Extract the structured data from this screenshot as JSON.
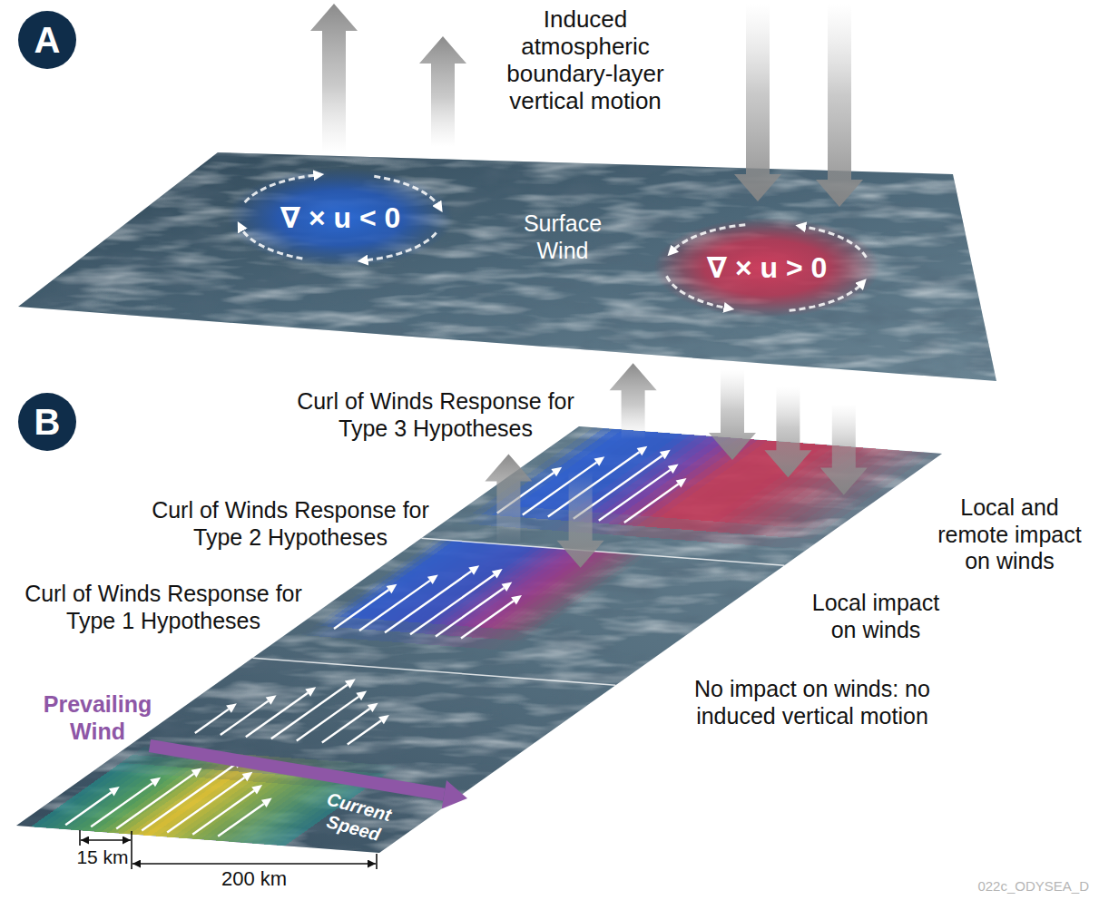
{
  "diagram": {
    "nodes": [
      {
        "text": [
          "A"
        ]
      },
      {
        "text": [
          "∇ × u < 0"
        ]
      },
      {
        "text": [
          "∇ × u > 0"
        ]
      },
      {
        "text": [
          "B"
        ]
      }
    ],
    "labels": [
      "Induced atmospheric boundary-layer vertical motion",
      "Surface Wind",
      "Curl of Winds Response for Type 3 Hypotheses",
      "Curl of Winds Response for Type 2 Hypotheses",
      "Local and remote impact on winds",
      "Curl of Winds Response for Type 1 Hypotheses",
      "Local impact on winds",
      "No impact on winds: no induced vertical motion",
      "Prevailing Wind",
      "Current Speed",
      "15 km",
      "200 km",
      "022c_ODYSEA_D"
    ]
  }
}
